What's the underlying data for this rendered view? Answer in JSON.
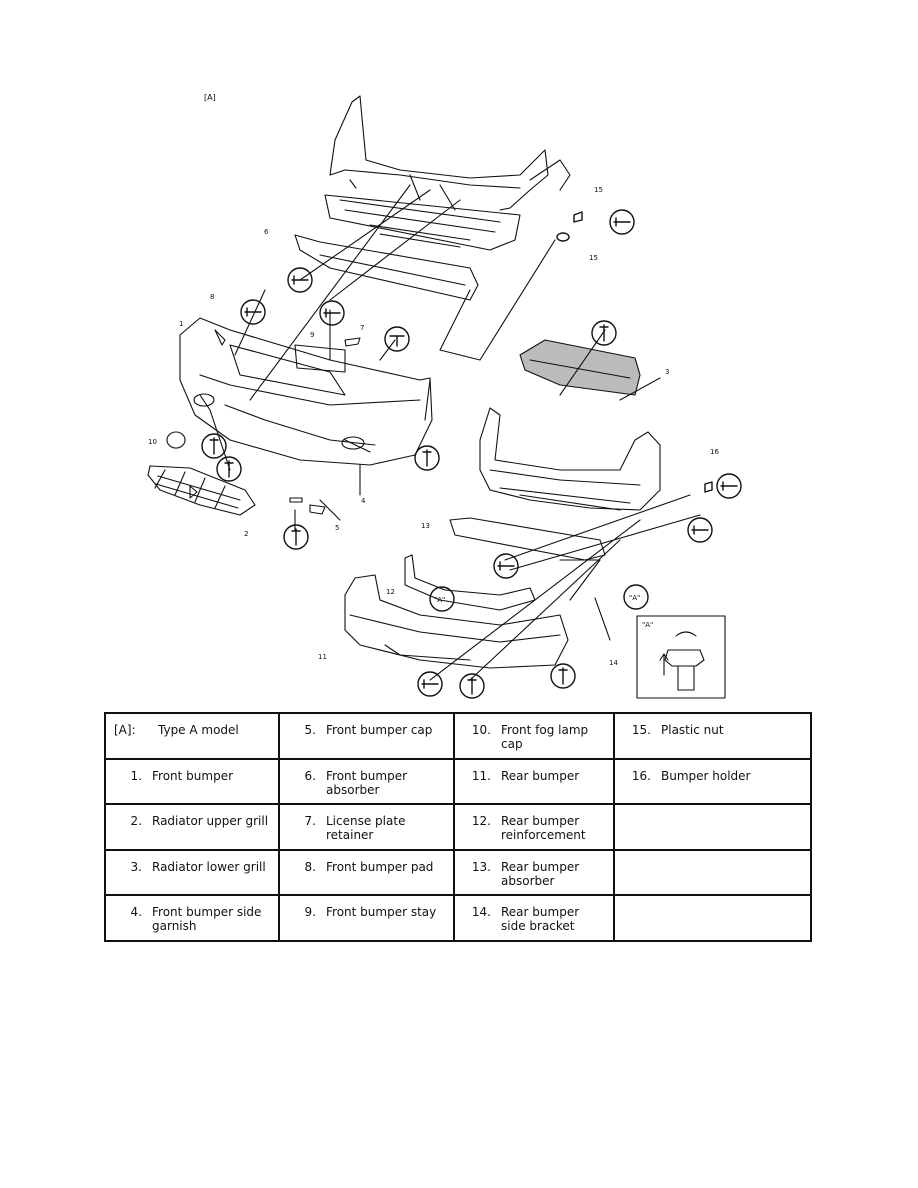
{
  "diagram": {
    "view_label": "[A]",
    "detail_label": "\"A\"",
    "callouts": [
      "1",
      "2",
      "3",
      "4",
      "5",
      "6",
      "7",
      "8",
      "9",
      "10",
      "11",
      "12",
      "13",
      "14",
      "15",
      "16"
    ]
  },
  "legend": {
    "rows": [
      [
        {
          "num": "[A]:",
          "text": "Type A model"
        },
        {
          "num": "5.",
          "text": "Front bumper cap"
        },
        {
          "num": "10.",
          "text": "Front fog lamp cap"
        },
        {
          "num": "15.",
          "text": "Plastic nut"
        }
      ],
      [
        {
          "num": "1.",
          "text": "Front bumper"
        },
        {
          "num": "6.",
          "text": "Front bumper absorber"
        },
        {
          "num": "11.",
          "text": "Rear bumper"
        },
        {
          "num": "16.",
          "text": "Bumper holder"
        }
      ],
      [
        {
          "num": "2.",
          "text": "Radiator upper grill"
        },
        {
          "num": "7.",
          "text": "License plate retainer"
        },
        {
          "num": "12.",
          "text": "Rear bumper reinforcement"
        },
        {
          "num": "",
          "text": ""
        }
      ],
      [
        {
          "num": "3.",
          "text": "Radiator lower grill"
        },
        {
          "num": "8.",
          "text": "Front bumper pad"
        },
        {
          "num": "13.",
          "text": "Rear bumper absorber"
        },
        {
          "num": "",
          "text": ""
        }
      ],
      [
        {
          "num": "4.",
          "text": "Front bumper side garnish"
        },
        {
          "num": "9.",
          "text": "Front bumper stay"
        },
        {
          "num": "14.",
          "text": "Rear bumper side bracket"
        },
        {
          "num": "",
          "text": ""
        }
      ]
    ]
  }
}
